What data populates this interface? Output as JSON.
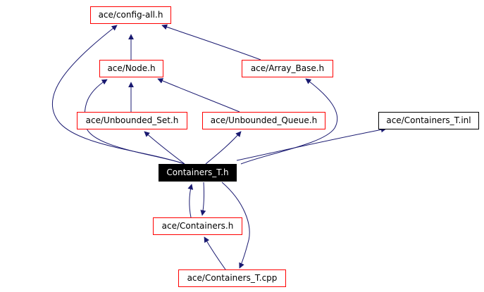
{
  "graph": {
    "nodes": [
      {
        "id": "config-all",
        "label": "ace/config-all.h",
        "style": "red-border"
      },
      {
        "id": "node",
        "label": "ace/Node.h",
        "style": "red-border"
      },
      {
        "id": "array-base",
        "label": "ace/Array_Base.h",
        "style": "red-border"
      },
      {
        "id": "unbounded-set",
        "label": "ace/Unbounded_Set.h",
        "style": "red-border"
      },
      {
        "id": "unbounded-queue",
        "label": "ace/Unbounded_Queue.h",
        "style": "red-border"
      },
      {
        "id": "containers-t-inl",
        "label": "ace/Containers_T.inl",
        "style": "black-border"
      },
      {
        "id": "containers-t-h",
        "label": "Containers_T.h",
        "style": "focus"
      },
      {
        "id": "containers-h",
        "label": "ace/Containers.h",
        "style": "red-border"
      },
      {
        "id": "containers-t-cpp",
        "label": "ace/Containers_T.cpp",
        "style": "red-border"
      }
    ],
    "edges": [
      {
        "from": "node",
        "to": "config-all"
      },
      {
        "from": "array-base",
        "to": "config-all"
      },
      {
        "from": "unbounded-set",
        "to": "node"
      },
      {
        "from": "unbounded-queue",
        "to": "node"
      },
      {
        "from": "containers-t-h",
        "to": "config-all"
      },
      {
        "from": "containers-t-h",
        "to": "node"
      },
      {
        "from": "containers-t-h",
        "to": "array-base"
      },
      {
        "from": "containers-t-h",
        "to": "unbounded-set"
      },
      {
        "from": "containers-t-h",
        "to": "unbounded-queue"
      },
      {
        "from": "containers-t-h",
        "to": "containers-t-inl"
      },
      {
        "from": "containers-t-h",
        "to": "containers-h"
      },
      {
        "from": "containers-h",
        "to": "containers-t-h"
      },
      {
        "from": "containers-t-cpp",
        "to": "containers-h"
      },
      {
        "from": "containers-t-h",
        "to": "containers-t-cpp"
      }
    ],
    "colors": {
      "edge": "#191970",
      "node_border": "#ff0000",
      "focus_fill": "#000000",
      "focus_text": "#ffffff"
    }
  }
}
